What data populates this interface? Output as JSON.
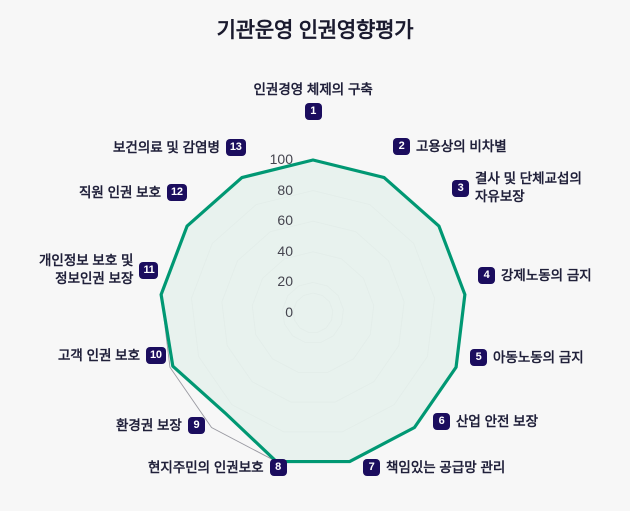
{
  "header": {
    "title": "기관운영 인권영향평가"
  },
  "chart_data": {
    "type": "radar",
    "title": "기관운영 인권영향평가",
    "xlabel": "",
    "ylabel": "",
    "rlim": [
      0,
      100
    ],
    "tick_values": [
      0,
      20,
      40,
      60,
      80,
      100
    ],
    "tick_labels": [
      "0",
      "20",
      "40",
      "60",
      "80",
      "100"
    ],
    "grid": true,
    "legend": "none",
    "start_angle_deg": -90,
    "direction": "clockwise",
    "series": [
      {
        "name": "기관운영 인권영향평가",
        "line_color": "#009873",
        "fill_color": "#e7f1ed",
        "values": [
          100,
          100,
          100,
          100,
          100,
          100,
          100,
          100,
          87,
          98,
          100,
          100,
          100
        ]
      }
    ],
    "categories": [
      "인권경영 체제의 구축",
      "고용상의 비차별",
      "결사 및 단체교섭의 자유보장",
      "강제노동의 금지",
      "아동노동의 금지",
      "산업 안전 보장",
      "책임있는 공급망 관리",
      "현지주민의 인권보호",
      "환경권 보장",
      "고객 인권 보호",
      "개인정보 보호 및 정보인권 보장",
      "직원 인권 보호",
      "보건의료 및 감염병"
    ]
  },
  "axes": [
    {
      "num": "1",
      "line1": "인권경영 체제의 구축",
      "line2": ""
    },
    {
      "num": "2",
      "line1": "고용상의 비차별",
      "line2": ""
    },
    {
      "num": "3",
      "line1": "결사 및 단체교섭의",
      "line2": "자유보장"
    },
    {
      "num": "4",
      "line1": "강제노동의 금지",
      "line2": ""
    },
    {
      "num": "5",
      "line1": "아동노동의 금지",
      "line2": ""
    },
    {
      "num": "6",
      "line1": "산업 안전 보장",
      "line2": ""
    },
    {
      "num": "7",
      "line1": "책임있는 공급망 관리",
      "line2": ""
    },
    {
      "num": "8",
      "line1": "현지주민의 인권보호",
      "line2": ""
    },
    {
      "num": "9",
      "line1": "환경권 보장",
      "line2": ""
    },
    {
      "num": "10",
      "line1": "고객 인권 보호",
      "line2": ""
    },
    {
      "num": "11",
      "line1": "개인정보 보호 및",
      "line2": "정보인권 보장"
    },
    {
      "num": "12",
      "line1": "직원 인권 보호",
      "line2": ""
    },
    {
      "num": "13",
      "line1": "보건의료 및 감염병",
      "line2": ""
    }
  ],
  "ticks": [
    {
      "label": "100"
    },
    {
      "label": "80"
    },
    {
      "label": "60"
    },
    {
      "label": "40"
    },
    {
      "label": "20"
    },
    {
      "label": "0"
    }
  ],
  "colors": {
    "accent_green": "#009873",
    "fill_green": "#e7f1ed",
    "badge_navy": "#1b0d5e",
    "grid_gray": "#9a9aa2",
    "background": "#f7f7f7",
    "text_dark": "#20203a"
  }
}
